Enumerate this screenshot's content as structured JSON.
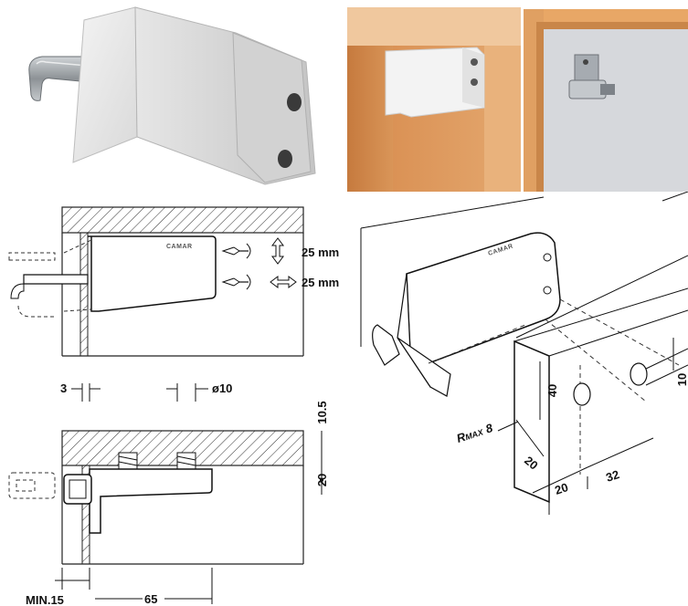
{
  "product": {
    "brand_mark": "CAMAR"
  },
  "adjustments": {
    "vertical": "25 mm",
    "depth": "25 mm"
  },
  "side_view_dimensions": {
    "wall_gap": "3",
    "hole_diameter": "ø10",
    "top_offset": "10.5",
    "height": "20",
    "min_thickness": "MIN.15",
    "length": "65"
  },
  "isometric_dimensions": {
    "radius": "Rmax 8",
    "radius_prefix": "R",
    "radius_sub": "MAX",
    "radius_value": "8",
    "depth_40": "40",
    "edge_20": "20",
    "bottom_20": "20",
    "spacing_32": "32",
    "right_10": "10"
  }
}
